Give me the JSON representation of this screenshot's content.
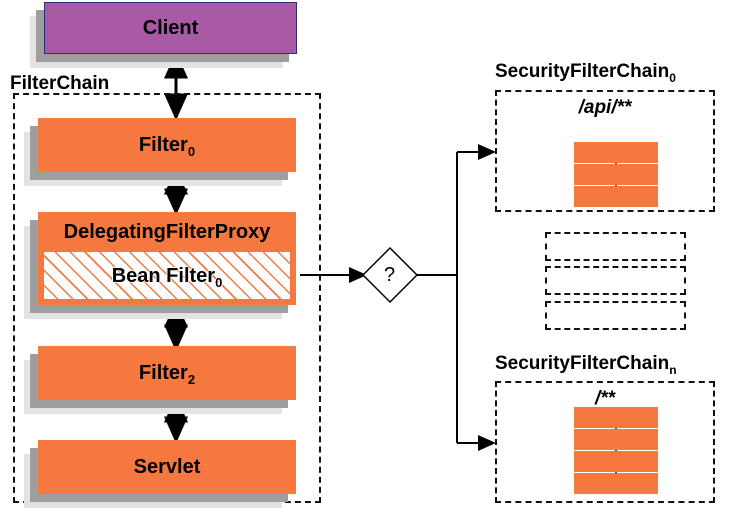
{
  "diagram": {
    "title": "Spring Security FilterChain delegation",
    "colors": {
      "orange": "#F5793E",
      "purple": "#A85AA5",
      "shadow_near": "#9E9E9E",
      "shadow_far": "#E3E3E3",
      "stroke": "#111111",
      "client_border": "#2C2C7A"
    }
  },
  "client": {
    "label": "Client"
  },
  "filter_chain": {
    "group_label": "FilterChain",
    "nodes": [
      {
        "label": "Filter",
        "sub": "0"
      },
      {
        "label": "DelegatingFilterProxy",
        "sub": ""
      },
      {
        "label": "Filter",
        "sub": "2"
      },
      {
        "label": "Servlet",
        "sub": ""
      }
    ],
    "bean_filter": {
      "label": "Bean Filter",
      "sub": "0"
    }
  },
  "decision": {
    "label": "?"
  },
  "security_chains": [
    {
      "group_label": "SecurityFilterChain",
      "group_sub": "0",
      "path": "/api/**",
      "filter_count": 3
    },
    {
      "group_label": "SecurityFilterChain",
      "group_sub": "n",
      "path": "/**",
      "filter_count": 4
    }
  ],
  "ellipsis_placeholders": {
    "count": 3
  }
}
